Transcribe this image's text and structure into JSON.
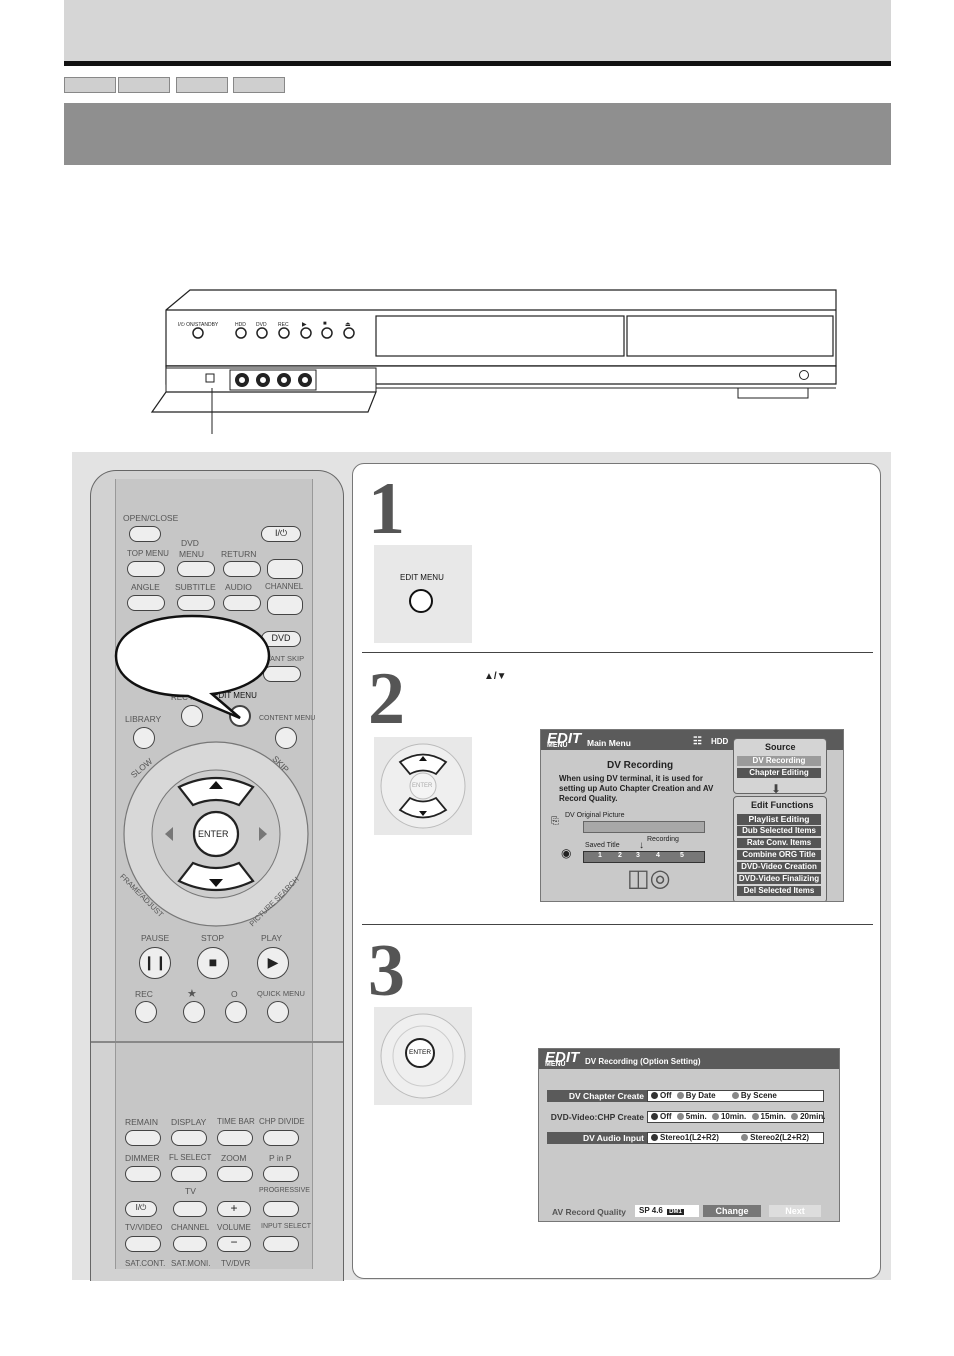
{
  "header": {
    "tabs": [
      "",
      "",
      "",
      ""
    ]
  },
  "device": {
    "power_label": "I/⏻ ON/STANDBY",
    "front_buttons": [
      "HDD",
      "DVD",
      "REC",
      "▶",
      "■",
      "⏏"
    ]
  },
  "remote": {
    "open_close": "OPEN/CLOSE",
    "power": "I/⏻",
    "dvd_group": "DVD",
    "top_menu": "TOP MENU",
    "menu": "MENU",
    "return": "RETURN",
    "angle": "ANGLE",
    "subtitle": "SUBTITLE",
    "audio": "AUDIO",
    "channel": "CHANNEL",
    "dvd_btn": "DVD",
    "instant_skip": "STANT SKIP",
    "rec_label": "REC M",
    "library": "LIBRARY",
    "edit_menu": "EDIT MENU",
    "content_menu": "CONTENT MENU",
    "slow": "SLOW",
    "skip": "SKIP",
    "enter": "ENTER",
    "frame_adjust": "FRAME/ADJUST",
    "picture_search": "PICTURE SEARCH",
    "pause": "PAUSE",
    "stop": "STOP",
    "play": "PLAY",
    "rec": "REC",
    "star": "★",
    "circle": "O",
    "quick_menu": "QUICK MENU",
    "remain": "REMAIN",
    "display": "DISPLAY",
    "time_bar": "TIME BAR",
    "chp_divide": "CHP DIVIDE",
    "dimmer": "DIMMER",
    "fl_select": "FL SELECT",
    "zoom": "ZOOM",
    "p_in_p": "P in P",
    "tv_group": "TV",
    "progressive": "PROGRESSIVE",
    "tv_video": "TV/VIDEO",
    "channel2": "CHANNEL",
    "volume": "VOLUME",
    "input_select": "INPUT SELECT",
    "sat_cont": "SAT.CONT.",
    "sat_moni": "SAT.MONI.",
    "tv_dvr": "TV/DVR"
  },
  "steps": {
    "step1": {
      "number": "1",
      "button_label": "EDIT MENU"
    },
    "step2": {
      "number": "2",
      "keys": "▲/▼",
      "enter": "ENTER"
    },
    "step3": {
      "number": "3",
      "enter": "ENTER"
    }
  },
  "main_menu": {
    "logo": "EDIT",
    "logo_sub": "MENU",
    "title": "Main Menu",
    "drive": "HDD",
    "heading": "DV Recording",
    "description": "When using DV terminal, it is used for setting up Auto Chapter Creation and AV Record Quality.",
    "dv_original_picture": "DV Original Picture",
    "recording": "Recording",
    "saved_title": "Saved Title",
    "slots": [
      "1",
      "2",
      "3",
      "4",
      "5"
    ],
    "source_label": "Source",
    "source_items": [
      "DV Recording",
      "Chapter Editing"
    ],
    "edit_functions_label": "Edit Functions",
    "edit_items": [
      "Playlist Editing",
      "Dub Selected Items",
      "Rate Conv. Items",
      "Combine ORG Title",
      "DVD-Video Creation",
      "DVD-Video Finalizing",
      "Del Selected Items"
    ]
  },
  "option_menu": {
    "logo": "EDIT",
    "logo_sub": "MENU",
    "title": "DV Recording (Option Setting)",
    "rows": [
      {
        "label": "DV Chapter Create",
        "options": [
          "Off",
          "By Date",
          "By Scene"
        ]
      },
      {
        "label": "DVD-Video:CHP Create",
        "options": [
          "Off",
          "5min.",
          "10min.",
          "15min.",
          "20min."
        ]
      },
      {
        "label": "DV Audio Input",
        "options": [
          "Stereo1(L2+R2)",
          "Stereo2(L2+R2)"
        ]
      }
    ],
    "quality_label": "AV Record Quality",
    "quality_value": "SP 4.6",
    "quality_badge": "DM1",
    "change": "Change",
    "next": "Next"
  },
  "colors": {
    "osd_bg": "#c9c9c9",
    "osd_dark": "#5a5a5a",
    "highlight": "#9b9b9b"
  }
}
